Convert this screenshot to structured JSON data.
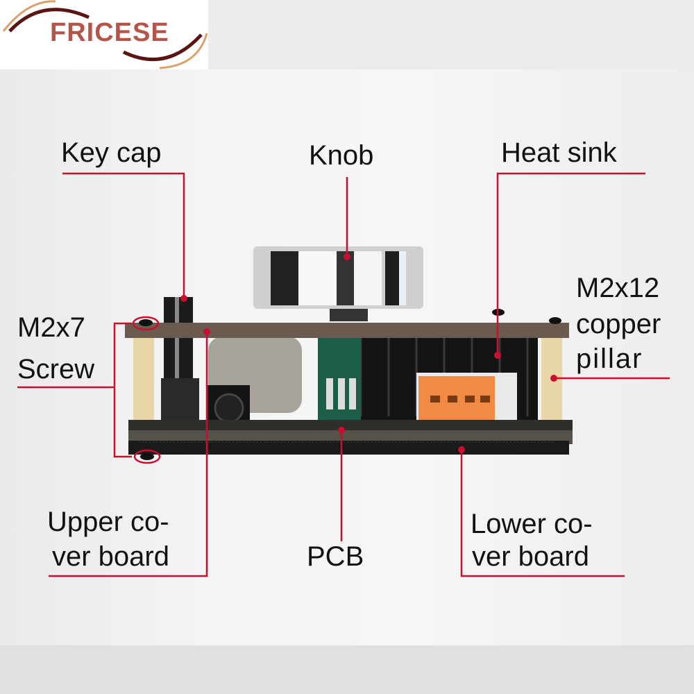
{
  "logo": {
    "text": "FRICESE",
    "colors": {
      "text": "#b5554a",
      "arc_dark": "#5a1512",
      "arc_light": "#d9a06a"
    }
  },
  "labels": {
    "key_cap": "Key cap",
    "knob": "Knob",
    "heat_sink": "Heat sink",
    "m2x7_line1": "M2x7",
    "m2x7_line2": "Screw",
    "m2x12_line1": "M2x12",
    "m2x12_line2": "copper",
    "m2x12_line3": "pillar",
    "upper_line1": "Upper co-",
    "upper_line2": "ver board",
    "pcb": "PCB",
    "lower_line1": "Lower co-",
    "lower_line2": "ver board"
  },
  "colors": {
    "leader_line": "#c8102e"
  }
}
